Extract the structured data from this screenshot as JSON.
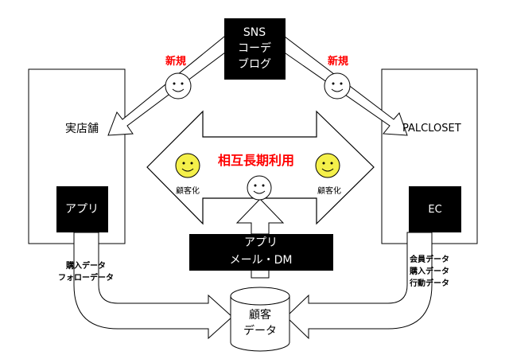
{
  "sns_box": {
    "line1": "SNS",
    "line2": "コーデ",
    "line3": "ブログ"
  },
  "new_left": "新規",
  "new_right": "新規",
  "store": {
    "label": "実店舗",
    "app_label": "アプリ"
  },
  "online": {
    "label": "PALCLOSET",
    "ec_label": "EC"
  },
  "center_title": "相互長期利用",
  "convert_left": "顧客化",
  "convert_right": "顧客化",
  "channel_box": {
    "line1": "アプリ",
    "line2": "メール・DM"
  },
  "left_data": {
    "line1": "購入データ",
    "line2": "フォローデータ"
  },
  "right_data": {
    "line1": "会員データ",
    "line2": "購入データ",
    "line3": "行動データ"
  },
  "database": {
    "line1": "顧客",
    "line2": "データ"
  },
  "colors": {
    "accent": "#ff0000",
    "smiley": "#f4f04a",
    "line": "#000000"
  }
}
